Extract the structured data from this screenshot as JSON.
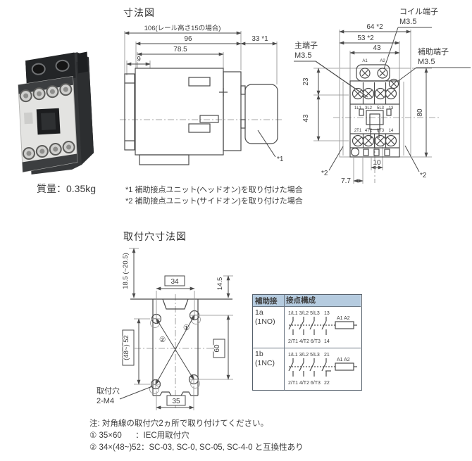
{
  "page": {
    "bg": "#ffffff",
    "line_color": "#4a4a4a",
    "text_color": "#3c3c3c"
  },
  "product": {
    "caption": "質量：0.35kg"
  },
  "dimension_section": {
    "title": "寸法図",
    "side_view": {
      "dim_rail": "106(レール高さ15の場合)",
      "dim_96": "96",
      "dim_78_5": "78.5",
      "dim_9": "9",
      "dim_33": "33 *1",
      "star1": "*1"
    },
    "front_view": {
      "dim_64": "64 *2",
      "dim_53": "53 *2",
      "dim_43_top": "43",
      "dim_23_left": "23",
      "dim_43_left": "43",
      "dim_80_right": "80",
      "dim_10": "10",
      "dim_7_7": "7.7",
      "coil_label": "コイル端子",
      "coil_size": "M3.5",
      "main_label": "主端子",
      "main_size": "M3.5",
      "aux_label": "補助端子",
      "aux_size": "M3.5",
      "a1": "A1",
      "a2": "A2",
      "top_terms": [
        "1L1",
        "3L2",
        "5L3",
        "13"
      ],
      "bottom_terms": [
        "2T1",
        "4T2",
        "6T3",
        "14"
      ],
      "star2_left": "*2",
      "star2_right": "*2"
    },
    "footnote_1": "*1 補助接点ユニット(ヘッドオン)を取り付けた場合",
    "footnote_2": "*2 補助接点ユニット(サイドオン)を取り付けた場合"
  },
  "mounting_section": {
    "title": "取付穴寸法図",
    "dim_18_5": "18.5 (~20.5)",
    "dim_34": "34",
    "dim_14_5": "14.5",
    "dim_48_52": "(48~) 52",
    "dim_60": "60",
    "dim_35": "35",
    "hole_label_line1": "取付穴",
    "hole_label_line2": "2-M4",
    "marker_1": "①",
    "marker_2": "②"
  },
  "contact_table": {
    "header_aux": "補助接点",
    "header_config": "接点構成",
    "header_bg": "#b5cbdf",
    "label_bg": "#cddbe9",
    "rows": [
      {
        "code": "1a",
        "sub": "(1NO)",
        "top_main": "1/L1 3/L2 5/L3",
        "top_aux": "13",
        "bottom_main": "2/T1 4/T2 6/T3",
        "bottom_aux": "14",
        "coil": "A1  A2"
      },
      {
        "code": "1b",
        "sub": "(1NC)",
        "top_main": "1/L1 3/L2 5/L3",
        "top_aux": "21",
        "bottom_main": "2/T1 4/T2 6/T3",
        "bottom_aux": "22",
        "coil": "A1  A2"
      }
    ]
  },
  "notes": {
    "line1": "注: 対角線の取付穴2ヵ所で取り付けてください。",
    "line2": "① 35×60      ：IEC用取付穴",
    "line3": "② 34×(48~)52：SC-03, SC-0, SC-05, SC-4-0 と互換性あり"
  }
}
